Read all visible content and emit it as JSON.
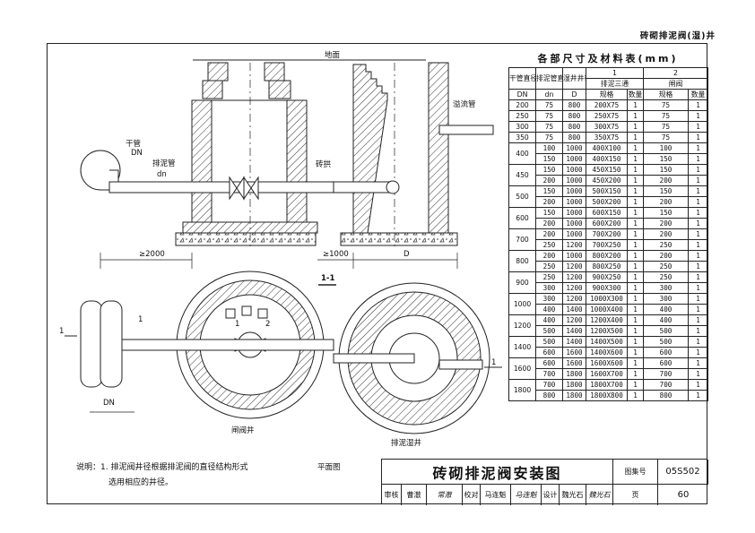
{
  "header": {
    "top_right": "砖砌排泥阀(湿)井"
  },
  "section_labels": {
    "ground": "地面",
    "main_pipe": "干管",
    "main_pipe_dn": "DN",
    "mud_pipe": "排泥管",
    "mud_pipe_dn": "dn",
    "brick_pier": "砖拱",
    "overflow": "溢流管",
    "dim_2000": "≥2000",
    "dim_1000": "≥1000",
    "dim_d": "D",
    "section_mark": "1-1",
    "valve_well": "闸阀井",
    "mud_well": "排泥湿井",
    "plan_view": "平面图",
    "dn_bottom": "DN",
    "cut_1a": "1",
    "cut_1b": "1",
    "cut_1c": "1",
    "mark_1": "1",
    "mark_2": "2"
  },
  "table": {
    "title": "各部尺寸及材料表(mm)",
    "h_main": "干管直径",
    "h_main_dn": "DN",
    "h_mud": "排泥管直径",
    "h_mud_dn": "dn",
    "h_well": "湿井井径",
    "h_well_d": "D",
    "h_g1": "1",
    "h_g2": "2",
    "h_tee": "排泥三通",
    "h_valve": "闸阀",
    "h_spec1": "规格",
    "h_qty1": "数量",
    "h_spec2": "规格",
    "h_qty2": "数量",
    "rows": [
      [
        "200",
        "75",
        "800",
        "200X75",
        "1",
        "75",
        "1"
      ],
      [
        "250",
        "75",
        "800",
        "250X75",
        "1",
        "75",
        "1"
      ],
      [
        "300",
        "75",
        "800",
        "300X75",
        "1",
        "75",
        "1"
      ],
      [
        "350",
        "75",
        "800",
        "350X75",
        "1",
        "75",
        "1"
      ],
      [
        "400",
        "100",
        "1000",
        "400X100",
        "1",
        "100",
        "1"
      ],
      [
        "",
        "150",
        "1000",
        "400X150",
        "1",
        "150",
        "1"
      ],
      [
        "450",
        "150",
        "1000",
        "450X150",
        "1",
        "150",
        "1"
      ],
      [
        "",
        "200",
        "1000",
        "450X200",
        "1",
        "200",
        "1"
      ],
      [
        "500",
        "150",
        "1000",
        "500X150",
        "1",
        "150",
        "1"
      ],
      [
        "",
        "200",
        "1000",
        "500X200",
        "1",
        "200",
        "1"
      ],
      [
        "600",
        "150",
        "1000",
        "600X150",
        "1",
        "150",
        "1"
      ],
      [
        "",
        "200",
        "1000",
        "600X200",
        "1",
        "200",
        "1"
      ],
      [
        "700",
        "200",
        "1000",
        "700X200",
        "1",
        "200",
        "1"
      ],
      [
        "",
        "250",
        "1200",
        "700X250",
        "1",
        "250",
        "1"
      ],
      [
        "800",
        "200",
        "1000",
        "800X200",
        "1",
        "200",
        "1"
      ],
      [
        "",
        "250",
        "1200",
        "800X250",
        "1",
        "250",
        "1"
      ],
      [
        "900",
        "250",
        "1200",
        "900X250",
        "1",
        "250",
        "1"
      ],
      [
        "",
        "300",
        "1200",
        "900X300",
        "1",
        "300",
        "1"
      ],
      [
        "1000",
        "300",
        "1200",
        "1000X300",
        "1",
        "300",
        "1"
      ],
      [
        "",
        "400",
        "1400",
        "1000X400",
        "1",
        "400",
        "1"
      ],
      [
        "1200",
        "400",
        "1200",
        "1200X400",
        "1",
        "400",
        "1"
      ],
      [
        "",
        "500",
        "1400",
        "1200X500",
        "1",
        "500",
        "1"
      ],
      [
        "1400",
        "500",
        "1400",
        "1400X500",
        "1",
        "500",
        "1"
      ],
      [
        "",
        "600",
        "1600",
        "1400X600",
        "1",
        "600",
        "1"
      ],
      [
        "1600",
        "600",
        "1600",
        "1600X600",
        "1",
        "600",
        "1"
      ],
      [
        "",
        "700",
        "1800",
        "1600X700",
        "1",
        "700",
        "1"
      ],
      [
        "1800",
        "700",
        "1800",
        "1800X700",
        "1",
        "700",
        "1"
      ],
      [
        "",
        "800",
        "1800",
        "1800X800",
        "1",
        "800",
        "1"
      ]
    ]
  },
  "note": {
    "line1": "说明：1. 排泥阀井径根据排泥阀的直径结构形式",
    "line2": "选用相应的井径。"
  },
  "title_block": {
    "title": "砖砌排泥阀安装图",
    "atlas_label": "图集号",
    "atlas_no": "05S502",
    "review_label": "审核",
    "reviewer": "曹澈",
    "reviewer_sig": "常澈",
    "check_label": "校对",
    "checker": "马连魁",
    "checker_sig": "马连魁",
    "design_label": "设计",
    "designer": "魏光石",
    "designer_sig": "魏光石",
    "page_label": "页",
    "page_no": "60"
  }
}
